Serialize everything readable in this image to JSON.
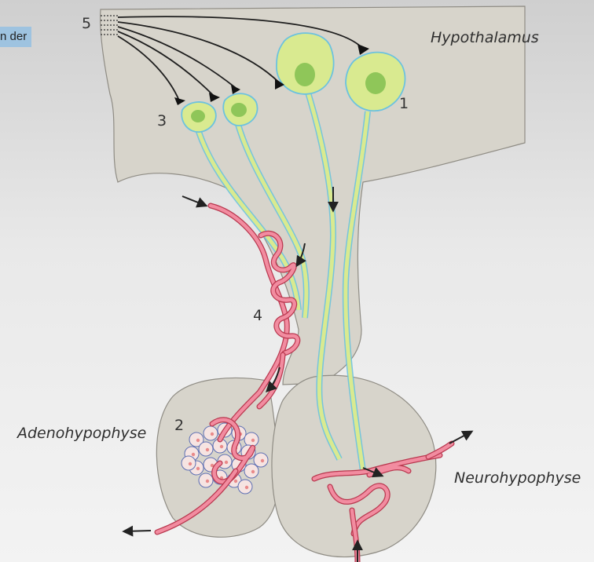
{
  "tag_text": "n der",
  "labels": {
    "hypothalamus": "Hypothalamus",
    "adenohypophyse": "Adenohypophyse",
    "neurohypophyse": "Neurohypophyse"
  },
  "numbers": {
    "n1": "1",
    "n2": "2",
    "n3": "3",
    "n4": "4",
    "n5": "5"
  },
  "colors": {
    "tissue": "#d7d4cb",
    "tissue_stroke": "#8f8c84",
    "neuron": "#d9ea90",
    "neuron_stroke": "#6cc2df",
    "nucleus": "#8fc659",
    "vessel": "#f28ca0",
    "vessel_stroke": "#b9384f",
    "arrow": "#222222"
  }
}
